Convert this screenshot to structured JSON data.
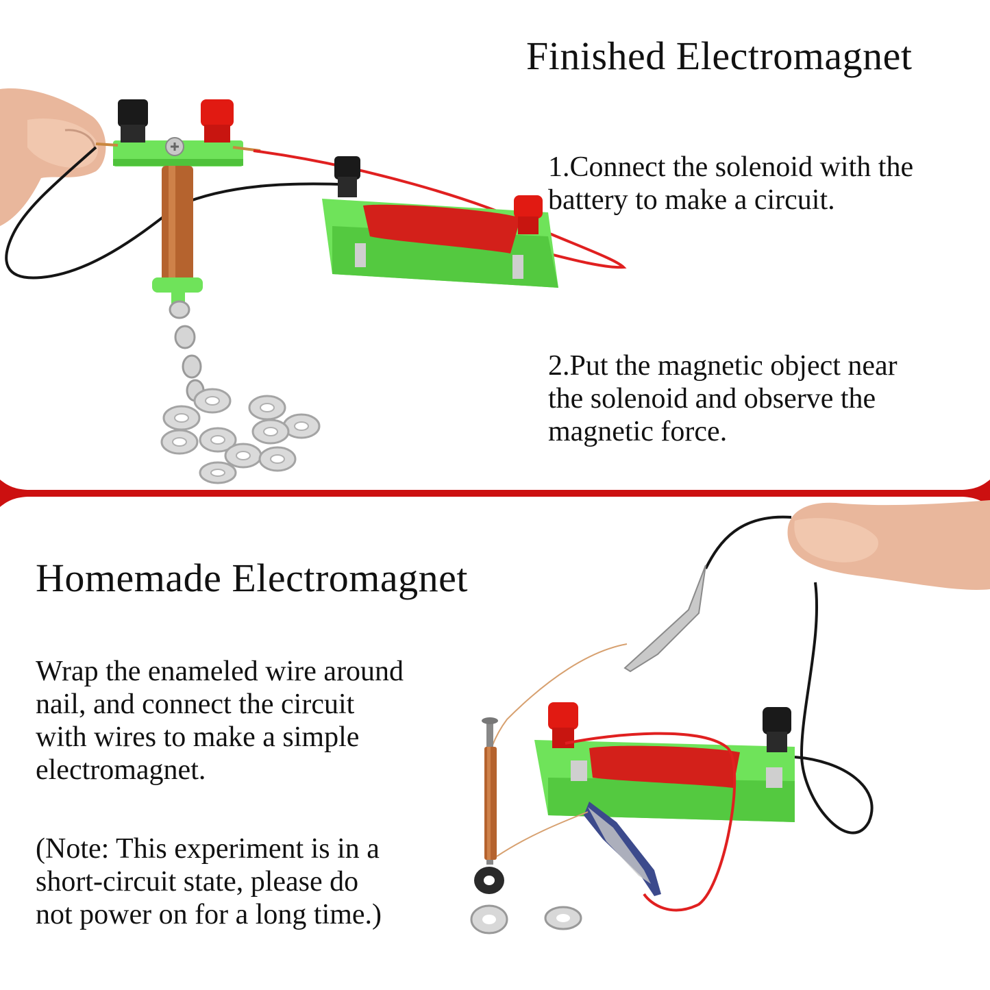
{
  "finished": {
    "title": "Finished Electromagnet",
    "step1": [
      "1.Connect the solenoid with the",
      "battery to make a circuit."
    ],
    "step2": [
      "2.Put the magnetic object near",
      "the solenoid and observe the",
      "magnetic force."
    ]
  },
  "homemade": {
    "title": "Homemade Electromagnet",
    "description": [
      "Wrap the enameled wire around",
      "nail, and connect the circuit",
      "with wires to make a simple",
      "electromagnet."
    ],
    "note": [
      "(Note: This experiment is in a",
      "short-circuit state, please do",
      "not power on for a long time.)"
    ]
  },
  "colors": {
    "divider": "#cc1010",
    "board": "#6fe35a",
    "terminal_red": "#e11a12",
    "terminal_black": "#1a1a1a",
    "copper": "#b5632e",
    "wire_red": "#e02020",
    "skin": "#e9b79c"
  }
}
